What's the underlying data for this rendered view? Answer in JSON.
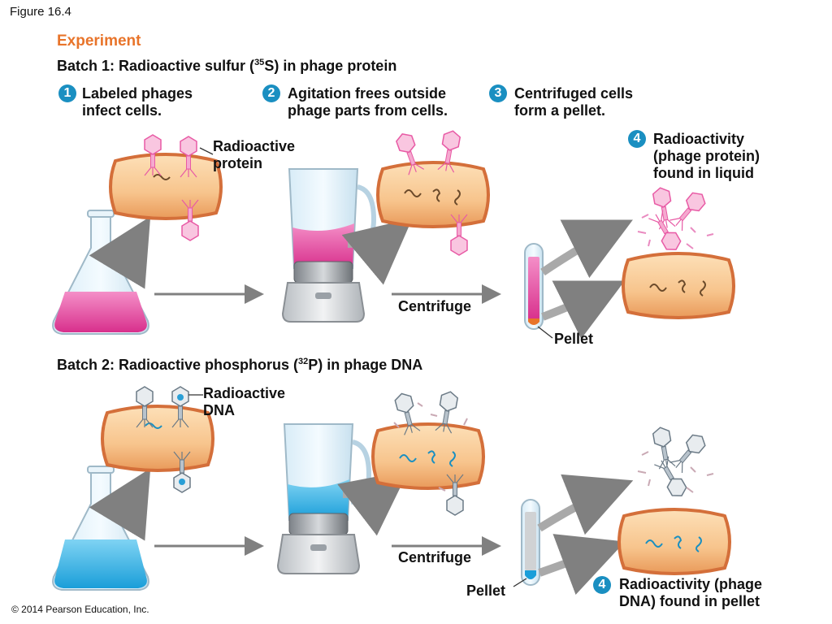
{
  "figure_label": "Figure 16.4",
  "experiment_title": "Experiment",
  "batch1": {
    "title_pre": "Batch 1: Radioactive sulfur (",
    "isotope_mass": "35",
    "title_post": "S) in phage protein",
    "steps": [
      {
        "num": "1",
        "line1": "Labeled phages",
        "line2": "infect cells."
      },
      {
        "num": "2",
        "line1": "Agitation frees outside",
        "line2": "phage parts from cells."
      },
      {
        "num": "3",
        "line1": "Centrifuged cells",
        "line2": "form a pellet."
      }
    ],
    "step4": {
      "num": "4",
      "line1": "Radioactivity",
      "line2": "(phage protein)",
      "line3": "found in liquid"
    },
    "radioactive_label": {
      "line1": "Radioactive",
      "line2": "protein"
    },
    "centrifuge_label": "Centrifuge",
    "pellet_label": "Pellet"
  },
  "batch2": {
    "title_pre": "Batch 2: Radioactive phosphorus (",
    "isotope_mass": "32",
    "title_post": "P) in phage DNA",
    "radioactive_label": {
      "line1": "Radioactive",
      "line2": "DNA"
    },
    "centrifuge_label": "Centrifuge",
    "pellet_label": "Pellet",
    "step4": {
      "num": "4",
      "line1": "Radioactivity (phage",
      "line2": "DNA) found in pellet"
    }
  },
  "colors": {
    "label_accent": "#e8742a",
    "step_badge": "#1a8fc1",
    "protein_label": "#e85aa5",
    "dna_label": "#2a9fd6",
    "cell_fill": "#f7c48c",
    "cell_outline": "#d46f3a"
  },
  "copyright": "© 2014 Pearson Education, Inc."
}
